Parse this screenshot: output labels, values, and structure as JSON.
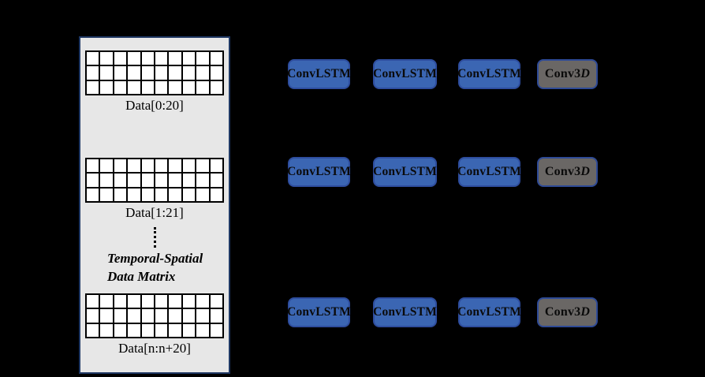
{
  "colors": {
    "background": "#000000",
    "panel_bg": "#e7e7e7",
    "panel_border": "#1f3864",
    "grid_line": "#000000",
    "grid_cell": "#ffffff",
    "convlstm_fill": "#3b66b3",
    "convlstm_border": "#2e4d9e",
    "conv3d_fill": "#6a6765",
    "conv3d_border": "#2e4a96",
    "label_text": "#000000"
  },
  "panel": {
    "grid_spec": {
      "rows": 3,
      "cols": 10
    },
    "windows": [
      {
        "label": "Data[0:20]"
      },
      {
        "label": "Data[1:21]"
      },
      {
        "label": "Data[n:n+20]"
      }
    ],
    "caption_line1": "Temporal-Spatial",
    "caption_line2": "Data Matrix",
    "icons": {
      "vertical_ellipsis": "dotted-vertical-line"
    }
  },
  "network": {
    "convlstm_label": "ConvLSTM",
    "conv3d_prefix": "Conv3",
    "conv3d_suffix": "D",
    "row_count": 3,
    "convlstm_boxes_per_row": 3,
    "conv3d_boxes_per_row": 1
  }
}
